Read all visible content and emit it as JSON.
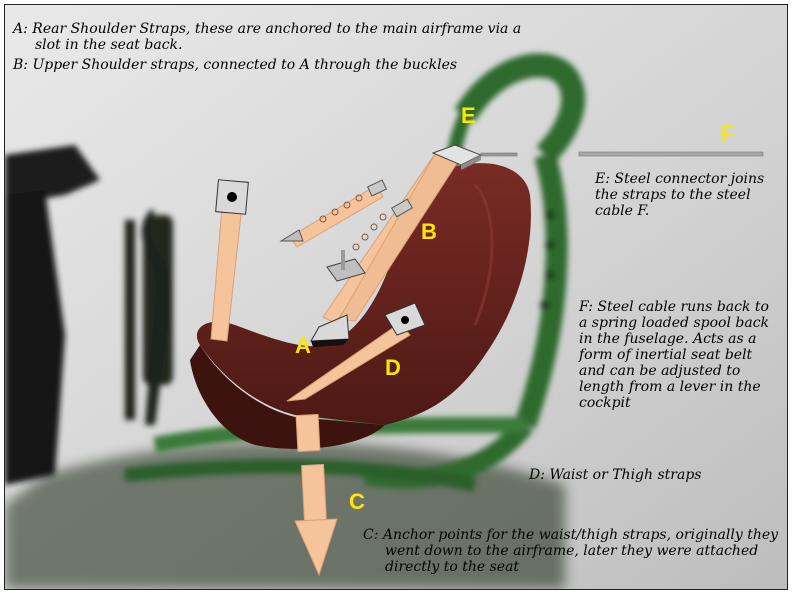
{
  "notes": {
    "a": "A: Rear Shoulder Straps, these are anchored to the main airframe via a slot in the seat back.",
    "b": "B: Upper Shoulder straps, connected to A through the buckles",
    "e": "E: Steel connector joins the straps to the steel cable F.",
    "f": "F: Steel cable runs back to a spring loaded spool back in the fuselage. Acts as a form of inertial seat belt and can be adjusted to length from a lever in the cockpit",
    "d": "D: Waist or Thigh straps",
    "c": "C: Anchor points for the waist/thigh straps, originally they went down to the airframe, later they were attached directly to the seat"
  },
  "letters": {
    "a": "A",
    "b": "B",
    "c": "C",
    "d": "D",
    "e": "E",
    "f": "F"
  },
  "colors": {
    "callout_yellow": "#ffe600",
    "strap_peach": "#f5c49a",
    "seat_red": "#6b2420",
    "frame_green": "#2f6b2f",
    "background_grey": "#d6d6d6"
  }
}
